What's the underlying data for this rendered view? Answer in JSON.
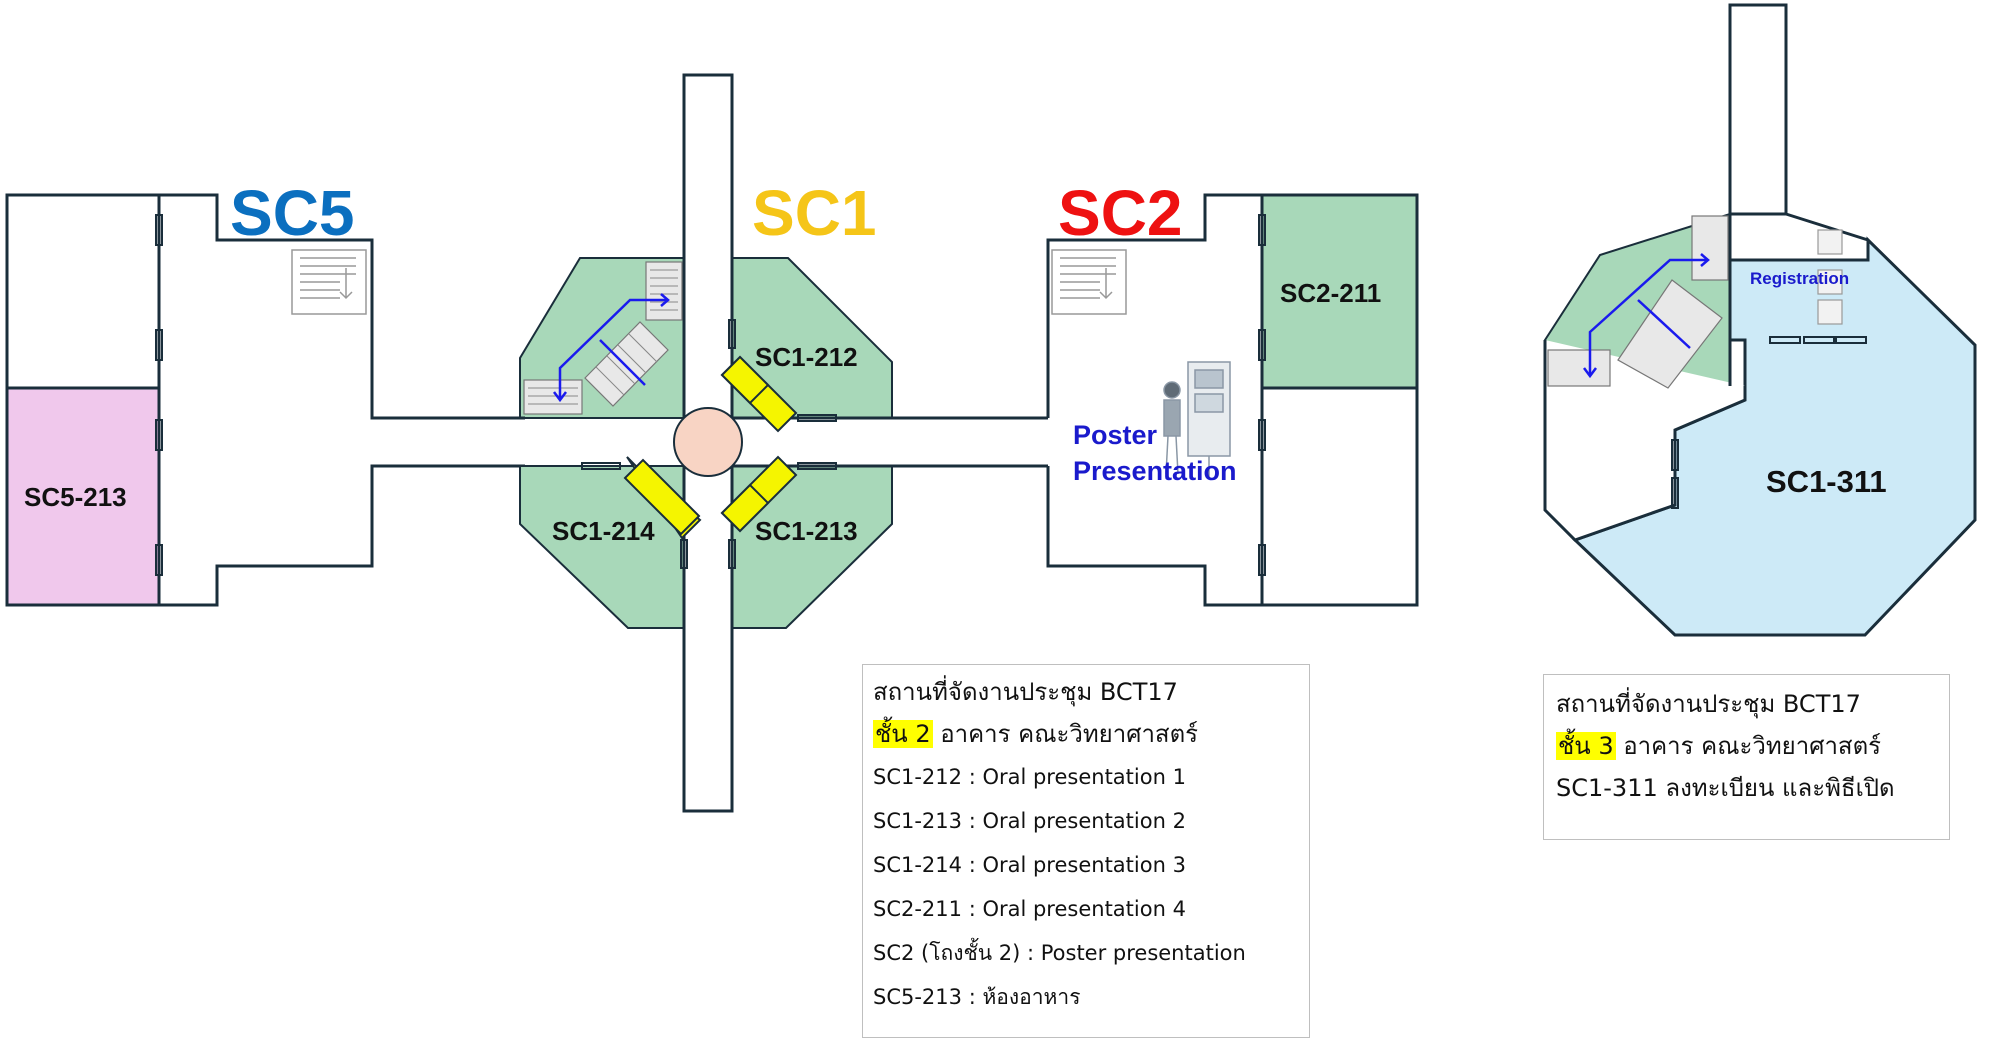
{
  "buildings": {
    "sc5": {
      "label": "SC5",
      "color": "#0b6fbf"
    },
    "sc1": {
      "label": "SC1",
      "color": "#f5c518"
    },
    "sc2": {
      "label": "SC2",
      "color": "#ee1111"
    }
  },
  "rooms": {
    "sc5_213": "SC5-213",
    "sc1_212": "SC1-212",
    "sc1_213": "SC1-213",
    "sc1_214": "SC1-214",
    "sc2_211": "SC2-211",
    "sc1_311": "SC1-311"
  },
  "poster": {
    "line1": "Poster",
    "line2": "Presentation",
    "color": "#1a1acc"
  },
  "registration": {
    "label": "Registration",
    "color": "#1a1acc"
  },
  "legend_floor2": {
    "title": "สถานที่จัดงานประชุม BCT17",
    "floor_label": "ชั้น 2",
    "floor_rest": " อาคาร คณะวิทยาศาสตร์",
    "items": [
      "SC1-212 : Oral presentation 1",
      "SC1-213 : Oral presentation 2",
      "SC1-214 : Oral presentation 3",
      "SC2-211 : Oral presentation 4",
      "SC2 (โถงชั้น 2) : Poster presentation",
      "SC5-213 : ห้องอาหาร"
    ]
  },
  "legend_floor3": {
    "title": "สถานที่จัดงานประชุม BCT17",
    "floor_label": "ชั้น 3",
    "floor_rest": " อาคาร คณะวิทยาศาสตร์",
    "items": [
      "SC1-311 ลงทะเบียน และพิธีเปิด"
    ]
  },
  "colors": {
    "wall": "#1a2e3b",
    "green_room": "#a8d8b9",
    "pink_room": "#f0c8ec",
    "blue_room": "#cdeaf7",
    "yellow_desk": "#f5f500",
    "atrium": "#f8d4c4",
    "arrow": "#1a1aee"
  }
}
